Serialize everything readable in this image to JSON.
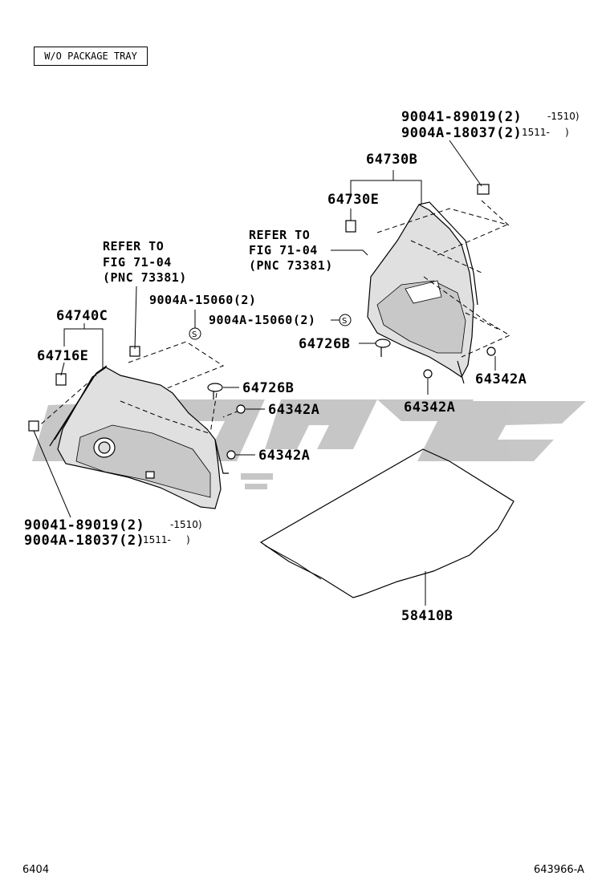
{
  "variant_box": "W/O PACKAGE TRAY",
  "parts": {
    "p64730B": "64730B",
    "p64730E": "64730E",
    "p64740C": "64740C",
    "p64716E": "64716E",
    "p64726B_right": "64726B",
    "p64726B_left": "64726B",
    "p64342A_r1": "64342A",
    "p64342A_r2": "64342A",
    "p64342A_l1": "64342A",
    "p64342A_l2": "64342A",
    "p58410B": "58410B"
  },
  "fasteners": {
    "top_right_line1": "90041-89019(2)",
    "top_right_range1": "-1510)",
    "top_right_line2": "9004A-18037(2)",
    "top_right_range2": "1511-     )",
    "bottom_left_line1": "90041-89019(2)",
    "bottom_left_range1": "-1510)",
    "bottom_left_line2": "9004A-18037(2)",
    "bottom_left_range2": "1511-     )",
    "screw_left": "9004A-15060(2)",
    "screw_right": "9004A-15060(2)"
  },
  "refs": {
    "left_line1": "REFER TO",
    "left_line2": "FIG 71-04",
    "left_line3": "(PNC 73381)",
    "right_line1": "REFER TO",
    "right_line2": "FIG 71-04",
    "right_line3": "(PNC 73381)"
  },
  "footer": {
    "page_code": "6404",
    "figure_id": "643966-A"
  },
  "icons": [
    "screw-symbol-s",
    "clip-icon",
    "grommet-icon",
    "trim-panel-left",
    "trim-panel-right",
    "floor-mat-outline",
    "watermark-logo"
  ],
  "colors": {
    "line": "#000000",
    "panel_shade": "#d9d9d9",
    "watermark": "#b8b8b8"
  }
}
